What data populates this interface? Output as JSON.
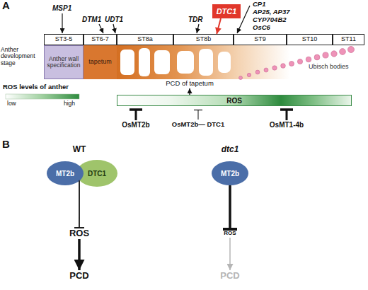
{
  "diagram": {
    "nodes": [
      {
        "text": [
          "DTC1"
        ]
      },
      {
        "text": [
          "ST3-5"
        ]
      },
      {
        "text": [
          "ST6-7"
        ]
      },
      {
        "text": [
          "ST8a"
        ]
      },
      {
        "text": [
          "ST8b"
        ]
      },
      {
        "text": [
          "ST9"
        ]
      },
      {
        "text": [
          "ST10"
        ]
      },
      {
        "text": [
          "ST11"
        ]
      },
      {
        "text": [
          "Anther wall specification"
        ]
      },
      {
        "text": [
          "tapetum"
        ]
      },
      {
        "text": [
          "ROS"
        ]
      },
      {
        "text": [
          "MT2b"
        ]
      },
      {
        "text": [
          "DTC1"
        ]
      },
      {
        "text": [
          "ROS"
        ]
      },
      {
        "text": [
          "PCD"
        ]
      },
      {
        "text": [
          "MT2b"
        ]
      },
      {
        "text": [
          "ROS"
        ]
      },
      {
        "text": [
          "PCD"
        ]
      }
    ],
    "edges": [
      {
        "from": 0,
        "to": 4,
        "arrow": "to"
      },
      {
        "from": 11,
        "to": 13,
        "arrow": "to"
      },
      {
        "from": 12,
        "to": 13,
        "arrow": "to"
      },
      {
        "from": 13,
        "to": 14,
        "arrow": "to"
      },
      {
        "from": 15,
        "to": 16,
        "arrow": "to"
      },
      {
        "from": 16,
        "to": 17,
        "arrow": "to"
      }
    ],
    "labels": [
      "A",
      "MSP1",
      "DTM1",
      "UDT1",
      "TDR",
      "CP1",
      "AP25, AP37",
      "CYP704B2",
      "OsC6",
      "Anther development stage",
      "Ubisch bodies",
      "PCD of tapetum",
      "ROS levels of anther",
      "low",
      "high",
      "OsMT2b",
      "OsMT2b— DTC1",
      "OsMT1-4b",
      "B",
      "WT",
      "dtc1"
    ]
  }
}
